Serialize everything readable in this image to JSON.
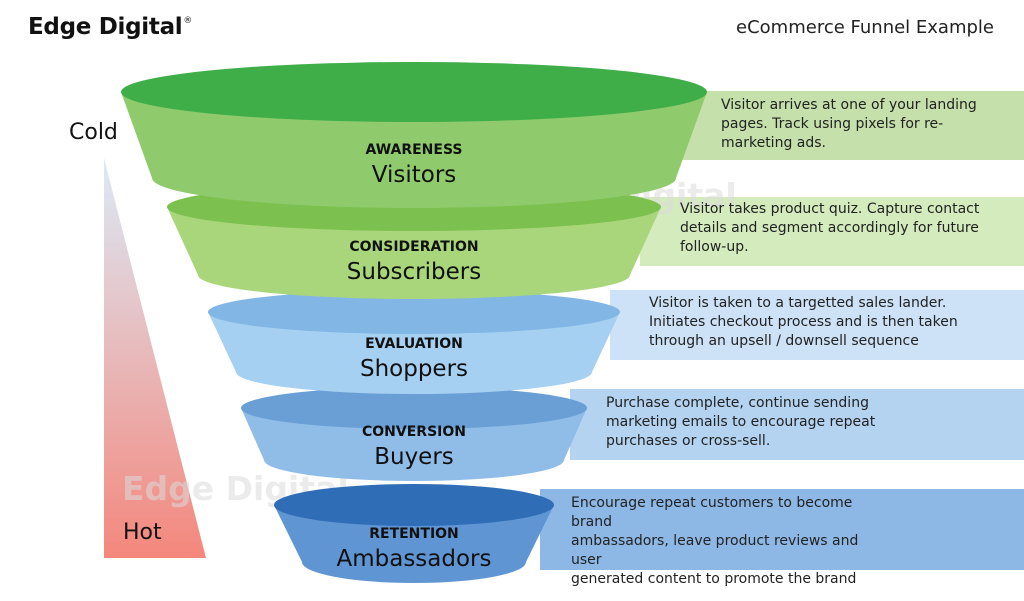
{
  "header": {
    "brand": "Edge Digital",
    "brand_mark": "®",
    "title": "eCommerce Funnel Example"
  },
  "temperature": {
    "top_label": "Cold",
    "bottom_label": "Hot",
    "top_color": "#dbeaf7",
    "bottom_color": "#f4877c"
  },
  "watermark": "Edge Digital",
  "stages": [
    {
      "stage": "AWARENESS",
      "audience": "Visitors",
      "description": [
        "Visitor arrives at one of your landing",
        "pages. Track using pixels for re-",
        "marketing ads."
      ],
      "top_color": "#3fae49",
      "body_color": "#8fcb6c",
      "band_color": "#c5e0ab"
    },
    {
      "stage": "CONSIDERATION",
      "audience": "Subscribers",
      "description": [
        "Visitor takes product quiz. Capture contact",
        "details and segment accordingly for future",
        "follow-up."
      ],
      "top_color": "#7cc04f",
      "body_color": "#a9d67a",
      "band_color": "#d4ebbd"
    },
    {
      "stage": "EVALUATION",
      "audience": "Shoppers",
      "description": [
        "Visitor is taken to a targetted sales lander.",
        "Initiates checkout process and is then taken",
        "through an upsell / downsell sequence"
      ],
      "top_color": "#82b6e4",
      "body_color": "#a6d0f1",
      "band_color": "#cde2f6"
    },
    {
      "stage": "CONVERSION",
      "audience": "Buyers",
      "description": [
        "Purchase complete, continue sending",
        "marketing emails to encourage repeat",
        "purchases or cross-sell."
      ],
      "top_color": "#6a9fd6",
      "body_color": "#8fbde8",
      "band_color": "#b3d3f1"
    },
    {
      "stage": "RETENTION",
      "audience": "Ambassadors",
      "description": [
        "Encourage repeat customers to become brand",
        "ambassadors, leave product reviews and user",
        "generated content to promote the brand"
      ],
      "top_color": "#2f6eb7",
      "body_color": "#6095d3",
      "band_color": "#8db8e6"
    }
  ]
}
